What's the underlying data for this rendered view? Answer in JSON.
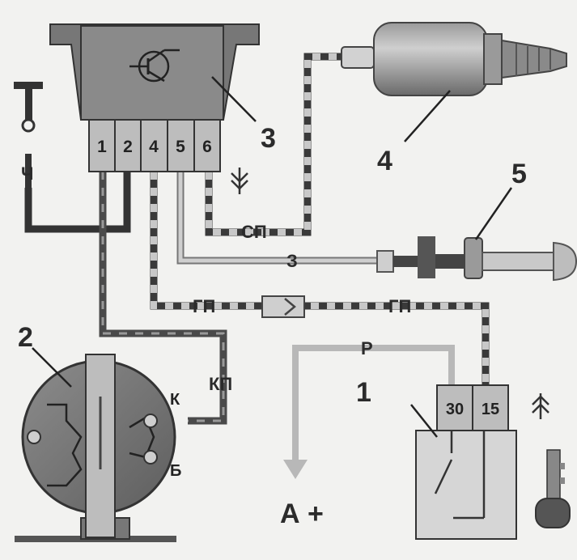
{
  "components": {
    "ignition_switch": {
      "number": "1",
      "terminal_a": "30",
      "terminal_b": "15"
    },
    "distributor": {
      "number": "2",
      "terminal_k": "К",
      "terminal_b": "Б"
    },
    "control_unit": {
      "number": "3",
      "pins": [
        "1",
        "2",
        "4",
        "5",
        "6"
      ]
    },
    "solenoid_valve": {
      "number": "4"
    },
    "carburetor_switch": {
      "number": "5"
    }
  },
  "wires": {
    "sp": "СП",
    "z": "З",
    "gp_left": "ГП",
    "gp_right": "ГП",
    "r": "Р",
    "kp": "КП",
    "ch": "Ч"
  },
  "power": {
    "label": "А +"
  },
  "colors": {
    "unit_body": "#6e6e6e",
    "wire_dark": "#3a3a3a",
    "wire_light": "#bdbdbd",
    "connector": "#b9b9b9",
    "background": "#f2f2f0"
  }
}
